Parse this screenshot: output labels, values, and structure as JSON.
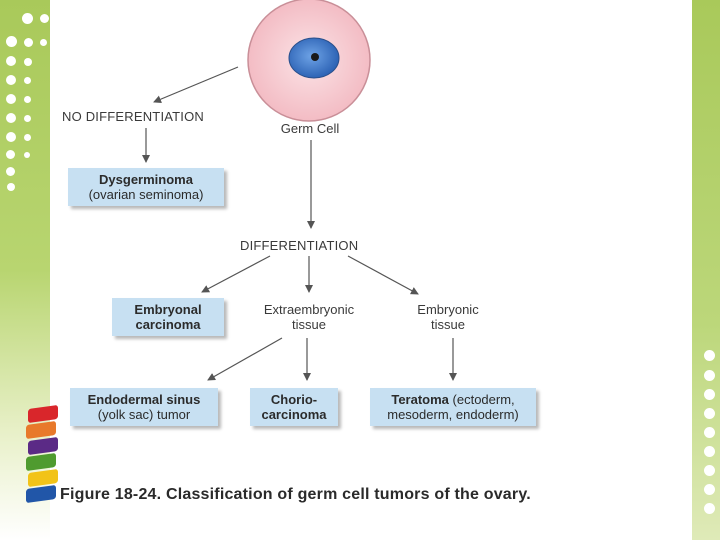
{
  "theme": {
    "band_color": "#a9c95a",
    "box_color": "#c7e0f2",
    "cell_color": "#f6c9cf",
    "nucleus_color": "#3f7ed0"
  },
  "diagram": {
    "germ_cell_label": "Germ Cell",
    "no_differentiation_label": "NO DIFFERENTIATION",
    "differentiation_label": "DIFFERENTIATION",
    "dysgerminoma": {
      "line1": "Dysgerminoma",
      "line2": "(ovarian seminoma)"
    },
    "embryonal_carcinoma": {
      "line1": "Embryonal",
      "line2": "carcinoma"
    },
    "extraembryonic_tissue": {
      "line1": "Extraembryonic",
      "line2": "tissue"
    },
    "embryonic_tissue": {
      "line1": "Embryonic",
      "line2": "tissue"
    },
    "endodermal_sinus": {
      "line1": "Endodermal sinus",
      "line2": "(yolk sac) tumor"
    },
    "choriocarcinoma": {
      "line1": "Chorio-",
      "line2": "carcinoma"
    },
    "teratoma": {
      "line1": "Teratoma (ectoderm,",
      "line2": "mesoderm, endoderm)"
    },
    "caption": "Figure 18-24. Classification of germ cell tumors of the ovary."
  }
}
